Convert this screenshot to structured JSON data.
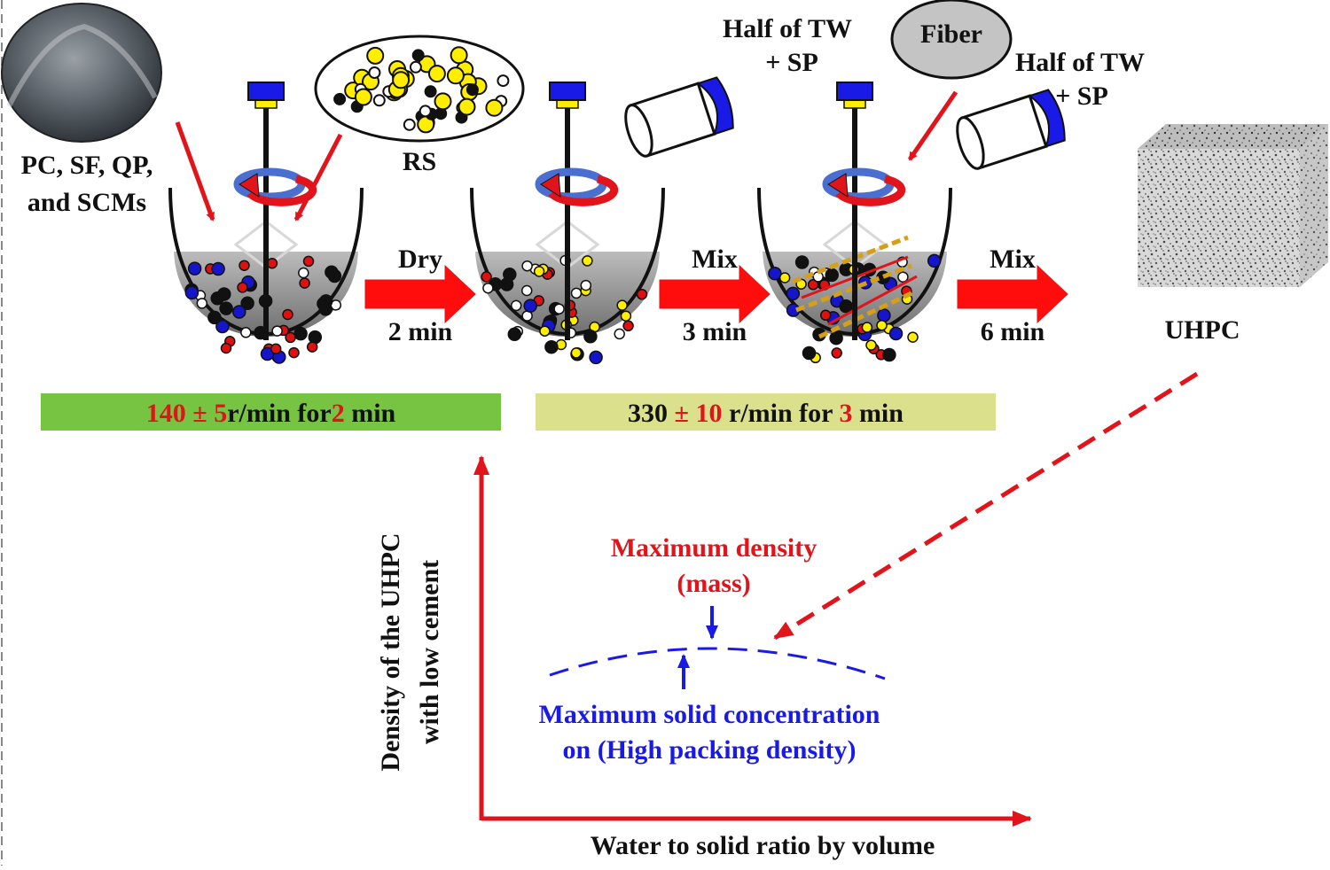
{
  "materials": {
    "powder_label_lines": [
      "PC, SF, QP,",
      "and SCMs"
    ],
    "sand_label": "RS",
    "fiber_label": "Fiber",
    "water_label_1_lines": [
      "Half of TW",
      "+ SP"
    ],
    "water_label_2_lines": [
      "Half of TW",
      "+ SP"
    ],
    "product_label": "UHPC"
  },
  "steps": [
    {
      "action": "Dry",
      "duration": "2 min"
    },
    {
      "action": "Mix",
      "duration": "3 min"
    },
    {
      "action": "Mix",
      "duration": "6 min"
    }
  ],
  "speed_bars": [
    {
      "speed": "140",
      "pm": "±",
      "tol": "5",
      "unit": "r/min for",
      "time": "2",
      "time_unit": " min",
      "color": "#76c442"
    },
    {
      "speed": "330",
      "pm": "±",
      "tol": "10",
      "unit": " r/min for ",
      "time": "3",
      "time_unit": " min",
      "color": "#dbe08d"
    }
  ],
  "graph": {
    "y_label_lines": [
      "Density of the UHPC",
      "with low cement"
    ],
    "x_label": "Water to solid ratio by volume",
    "max_density_lines": [
      "Maximum density",
      "(mass)"
    ],
    "max_solid_lines": [
      "Maximum solid concentration",
      "on (High packing density)"
    ]
  },
  "colors": {
    "arrow_red": "#e0141a",
    "curve_blue": "#1a1ae6",
    "particle_yellow": "#ffee00",
    "particle_blue": "#1515cc",
    "particle_red": "#e01010"
  }
}
